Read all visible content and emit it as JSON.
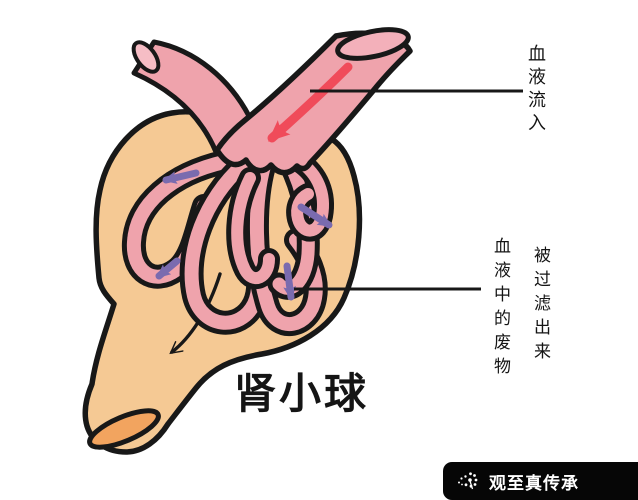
{
  "page": {
    "background": "#ffffff"
  },
  "diagram": {
    "title": "肾小球",
    "labels": {
      "blood_in": "血液流入",
      "filtered_col_right": "被过滤出来",
      "filtered_col_left": "血液中的废物"
    },
    "colors": {
      "capsule": "#F5C994",
      "capsule_mouth": "#F2A45F",
      "vessel": "#EFA3AC",
      "vessel_lumen": "#F6BDC5",
      "vessel_opening": "#F3B0BA",
      "outline": "#181818",
      "blood_flow_arrow": "#F04B5A",
      "filtrate_arrow": "#7A6BAF",
      "leader_line": "#181818"
    }
  },
  "watermark": {
    "text": "观至真传承",
    "icon": "dandelion-icon",
    "background": "#060606",
    "color": "#FFFFFF"
  }
}
